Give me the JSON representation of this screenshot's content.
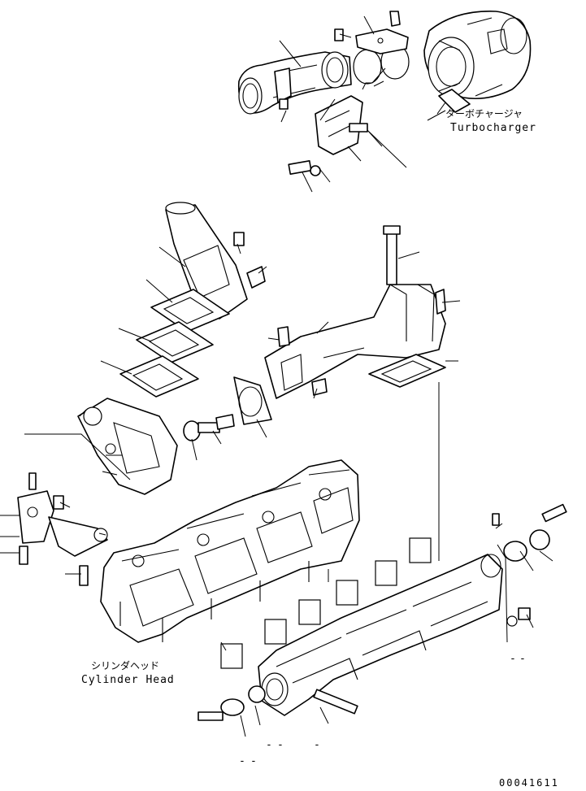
{
  "labels": {
    "turbocharger_jp": "ターボチャージャ",
    "turbocharger_en": "Turbocharger",
    "cylinder_head_jp": "シリンダヘッド",
    "cylinder_head_en": "Cylinder Head",
    "figure_code": "00041611"
  },
  "placeholders": {
    "mark": "-"
  }
}
